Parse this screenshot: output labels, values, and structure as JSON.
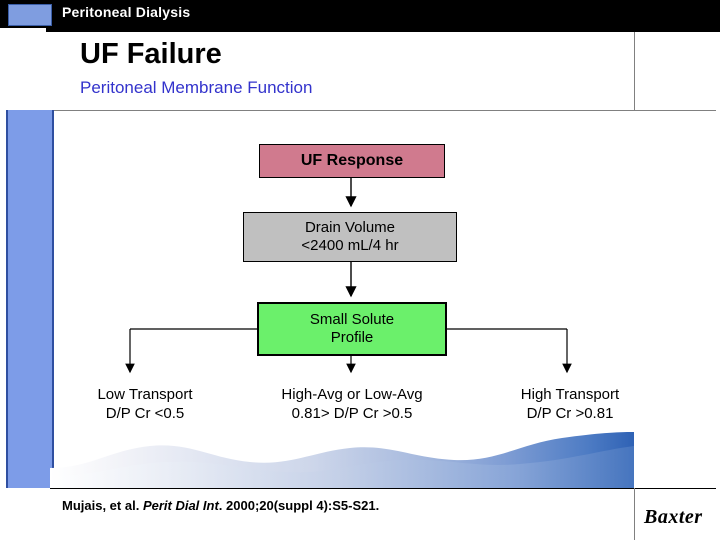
{
  "header": {
    "title": "Peritoneal Dialysis",
    "swatch_color": "#7f9de0",
    "bar_color": "#000000"
  },
  "title": {
    "main": "UF Failure",
    "sub": "Peritoneal Membrane Function",
    "sub_color": "#3333cc"
  },
  "flow": {
    "nodes": [
      {
        "id": "uf-response",
        "label": "UF Response",
        "fill": "#d07a8e"
      },
      {
        "id": "drain-volume",
        "line1": "Drain Volume",
        "line2": "<2400 mL/4 hr",
        "fill": "#c0c0c0"
      },
      {
        "id": "small-solute-profile",
        "line1": "Small Solute",
        "line2": "Profile",
        "fill": "#6bf06b"
      }
    ],
    "leaves": [
      {
        "id": "low-transport",
        "line1": "Low Transport",
        "line2": "D/P Cr <0.5"
      },
      {
        "id": "high-avg-low-avg",
        "line1": "High-Avg or Low-Avg",
        "line2": "0.81> D/P Cr >0.5"
      },
      {
        "id": "high-transport",
        "line1": "High Transport",
        "line2": "D/P Cr >0.81"
      }
    ]
  },
  "citation": {
    "authors": "Mujais, et al.",
    "journal": "Perit Dial Int",
    "details": ". 2000;20(suppl 4):S5-S21."
  },
  "logo": {
    "text": "Baxter"
  }
}
